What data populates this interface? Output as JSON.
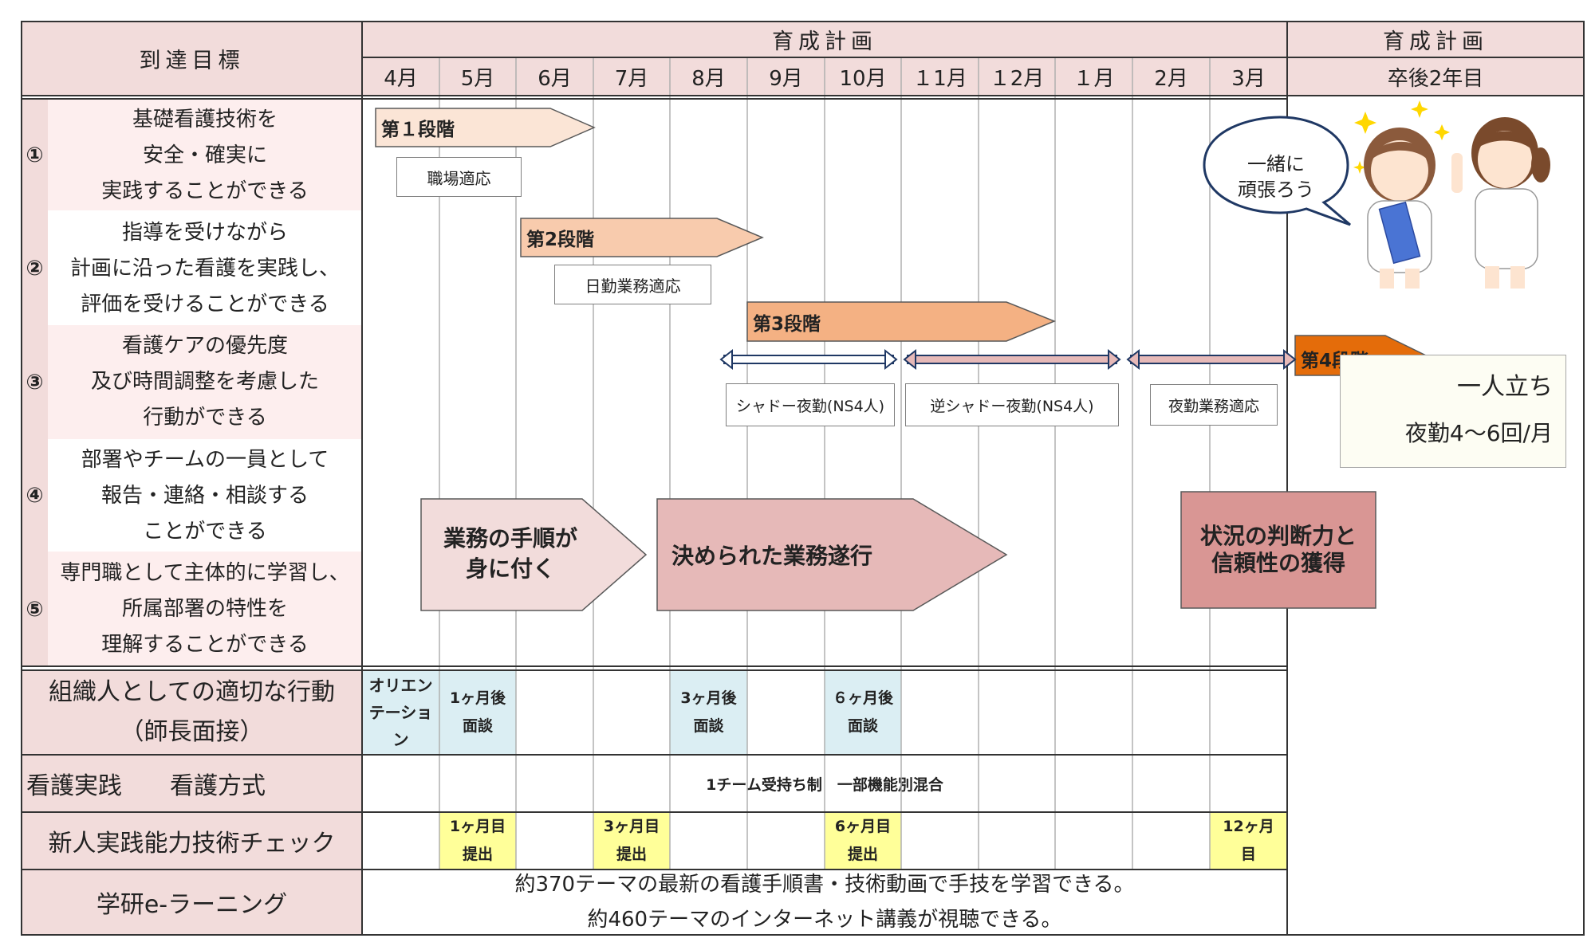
{
  "header": {
    "goal_title": "到達目標",
    "plan_title": "育成計画",
    "plan_title2": "育成計画",
    "months": [
      "4月",
      "5月",
      "6月",
      "7月",
      "8月",
      "9月",
      "10月",
      "１1月",
      "１2月",
      "１月",
      "2月",
      "3月"
    ],
    "year2": "卒後2年目"
  },
  "goals": [
    {
      "num": "①",
      "lines": [
        "基礎看護技術を",
        "安全・確実に",
        "実践することができる"
      ]
    },
    {
      "num": "②",
      "lines": [
        "指導を受けながら",
        "計画に沿った看護を実践し、",
        "評価を受けることができる"
      ]
    },
    {
      "num": "③",
      "lines": [
        "看護ケアの優先度",
        "及び時間調整を考慮した",
        "行動ができる"
      ]
    },
    {
      "num": "④",
      "lines": [
        "部署やチームの一員として",
        "報告・連絡・相談する",
        "ことができる"
      ]
    },
    {
      "num": "⑤",
      "lines": [
        "専門職として主体的に学習し、",
        "所属部署の特性を",
        "理解することができる"
      ]
    }
  ],
  "stages": {
    "stage1": "第１段階",
    "stage1_note": "職場適応",
    "stage2": "第2段階",
    "stage2_note": "日勤業務適応",
    "stage3": "第3段階",
    "shadow": "シャドー夜勤(NS4人)",
    "reverse_shadow": "逆シャドー夜勤(NS4人)",
    "night_adapt": "夜勤業務適応",
    "stage4": "第4段階",
    "independent": "一人立ち",
    "night_freq": "夜勤4～6回/月"
  },
  "speech": [
    "一緒に",
    "頑張ろう"
  ],
  "big_arrows": {
    "a1": [
      "業務の手順が",
      "身に付く"
    ],
    "a2": "決められた業務遂行",
    "a3": [
      "状況の判断力と",
      "信頼性の獲得"
    ]
  },
  "rows": {
    "org_label": [
      "組織人としての適切な行動",
      "（師長面接）"
    ],
    "orientation": [
      "オリエン",
      "テーショ",
      "ン"
    ],
    "m1_interview": [
      "1ヶ月後",
      "面談"
    ],
    "m3_interview": [
      "3ヶ月後",
      "面談"
    ],
    "m6_interview": [
      "６ヶ月後",
      "面談"
    ],
    "practice_label": "看護実践　　看護方式",
    "practice_value": "1チーム受持ち制　一部機能別混合",
    "check_label": "新人実践能力技術チェック",
    "check1": [
      "1ヶ月目",
      "提出"
    ],
    "check3": [
      "3ヶ月目",
      "提出"
    ],
    "check6": [
      "6ヶ月目",
      "提出"
    ],
    "check12": [
      "12ヶ月",
      "目"
    ],
    "elearn_label": "学研e-ラーニング",
    "elearn_lines": [
      "約370テーマの最新の看護手順書・技術動画で手技を学習できる。",
      "約460テーマのインターネット講義が視聴できる。"
    ]
  },
  "colors": {
    "header_bg": "#f2dcdb",
    "stage1": "#fbe5d6",
    "stage2": "#f8cbad",
    "stage3": "#f4b183",
    "stage4": "#e46c0a",
    "arrow_light": "#f2dcdb",
    "arrow_mid": "#e6b9b8",
    "arrow_dark": "#d99694",
    "interview": "#dbeef3",
    "check": "#ffff99"
  }
}
